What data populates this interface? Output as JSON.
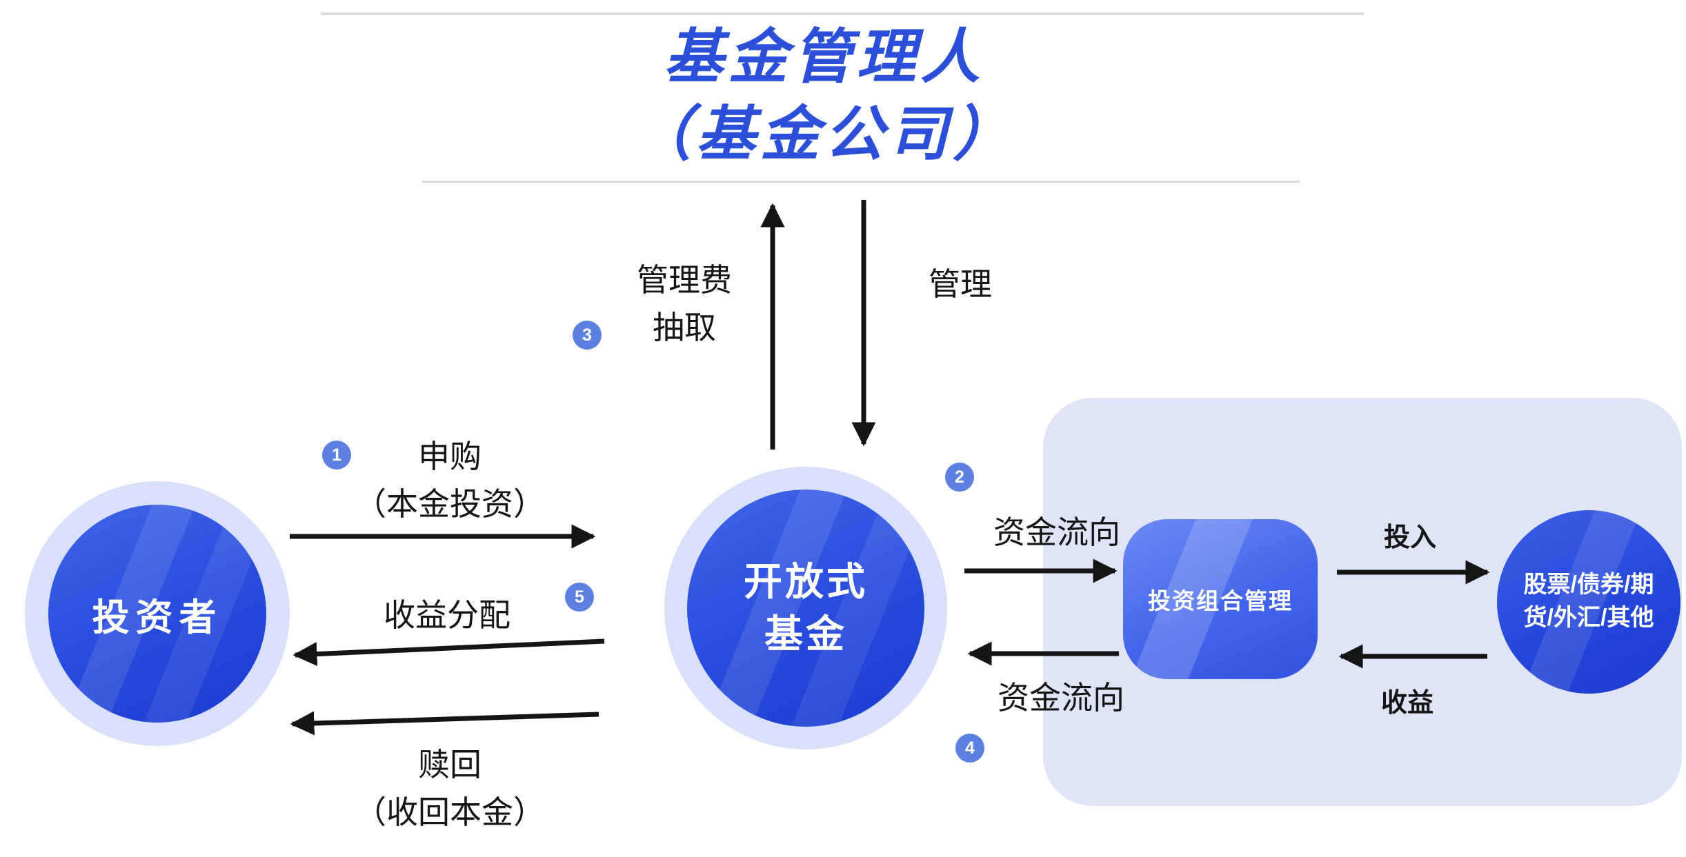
{
  "title": {
    "line1": "基金管理人",
    "line2": "（基金公司）"
  },
  "nodes": {
    "investor": {
      "label": "投资者"
    },
    "fund": {
      "line1": "开放式",
      "line2": "基金"
    },
    "portfolio": {
      "label": "投资组合管理"
    },
    "assets": {
      "line1": "股票/债券/期",
      "line2": "货/外汇/其他"
    }
  },
  "flows": {
    "subscribe": {
      "badge": "1",
      "line1": "申购",
      "line2": "（本金投资）"
    },
    "income_distribution": {
      "badge": "5",
      "label": "收益分配"
    },
    "redeem": {
      "line1": "赎回",
      "line2": "（收回本金）"
    },
    "management_fee": {
      "badge": "3",
      "line1": "管理费",
      "line2": "抽取"
    },
    "manage": {
      "label": "管理"
    },
    "capital_flow_out": {
      "badge": "2",
      "label": "资金流向"
    },
    "capital_flow_back": {
      "badge": "4",
      "label": "资金流向"
    },
    "invest": {
      "label": "投入"
    },
    "returns": {
      "label": "收益"
    }
  },
  "colors": {
    "primary_blue": "#2a4ede",
    "halo_blue": "#d8e0fa",
    "panel_lavender": "#dfe4f9",
    "badge_blue": "#5b80e1",
    "title_blue": "#2b4fd8",
    "arrow_black": "#151515",
    "divider_gray": "#d9d9d9"
  }
}
